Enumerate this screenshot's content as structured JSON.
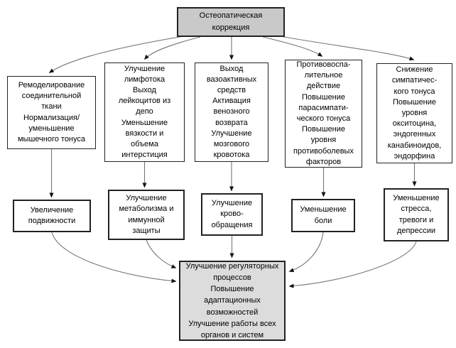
{
  "diagram": {
    "root": {
      "text": "Остеопатическая\nкоррекция"
    },
    "row1": [
      {
        "text": "Ремоделирование\nсоединительной\nткани\nНормализация/\nуменьшение\nмышечного тонуса"
      },
      {
        "text": "Улучшение\nлимфотока\nВыход\nлейкоцитов из\nдепо\nУменьшение\nвязкости и\nобъема\nинтерстиция"
      },
      {
        "text": "Выход\nвазоактивных\nсредств\nАктивация\nвенозного\nвозврата\nУлучшение\nмозгового\nкровотока"
      },
      {
        "text": "Противовоспа-\nлительное\nдействие\nПовышение\nпарасимпати-\nческого тонуса\nПовышение\nуровня\nпротивоболевых\nфакторов"
      },
      {
        "text": "Снижение\nсимпатичес-\nкого тонуса\nПовышение\nуровня\nокситоцина,\nэндогенных\nканабиноидов,\nэндорфина"
      }
    ],
    "row2": [
      {
        "text": "Увеличение\nподвижности"
      },
      {
        "text": "Улучшение\nметаболизма и\nиммунной\nзащиты"
      },
      {
        "text": "Улучшение\nкрово-\nобращения"
      },
      {
        "text": "Уменьшение\nболи"
      },
      {
        "text": "Уменьшение\nстресса,\nтревоги и\nдепрессии"
      }
    ],
    "result": {
      "text": "Улучшение регуляторных\nпроцессов\nПовышение\nадаптационных\nвозможностей\nУлучшение работы всех\nорганов и систем"
    },
    "colors": {
      "root_fill": "#c9c9c9",
      "result_fill": "#dcdcdc",
      "box_border": "#222222",
      "arrow_line": "#777777",
      "arrow_head": "#111111"
    }
  }
}
